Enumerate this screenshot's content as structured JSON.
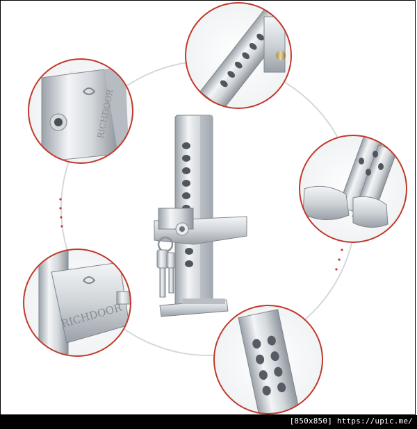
{
  "image": {
    "brand_engraving": "RICHDOOR",
    "footer_caption": "[850x850] https://upic.me/"
  },
  "colors": {
    "background": "#ffffff",
    "detail_border": "#c0392b",
    "metal_light": "#f2f4f6",
    "metal_mid": "#c9ced3",
    "metal_dark": "#8c9299",
    "footer_bg": "#000000"
  },
  "icons": [
    "pedal-lock-main",
    "padlock-detail",
    "lock-bar-detail",
    "pedal-feet-detail",
    "engraved-lock-detail",
    "hole-plate-detail"
  ]
}
